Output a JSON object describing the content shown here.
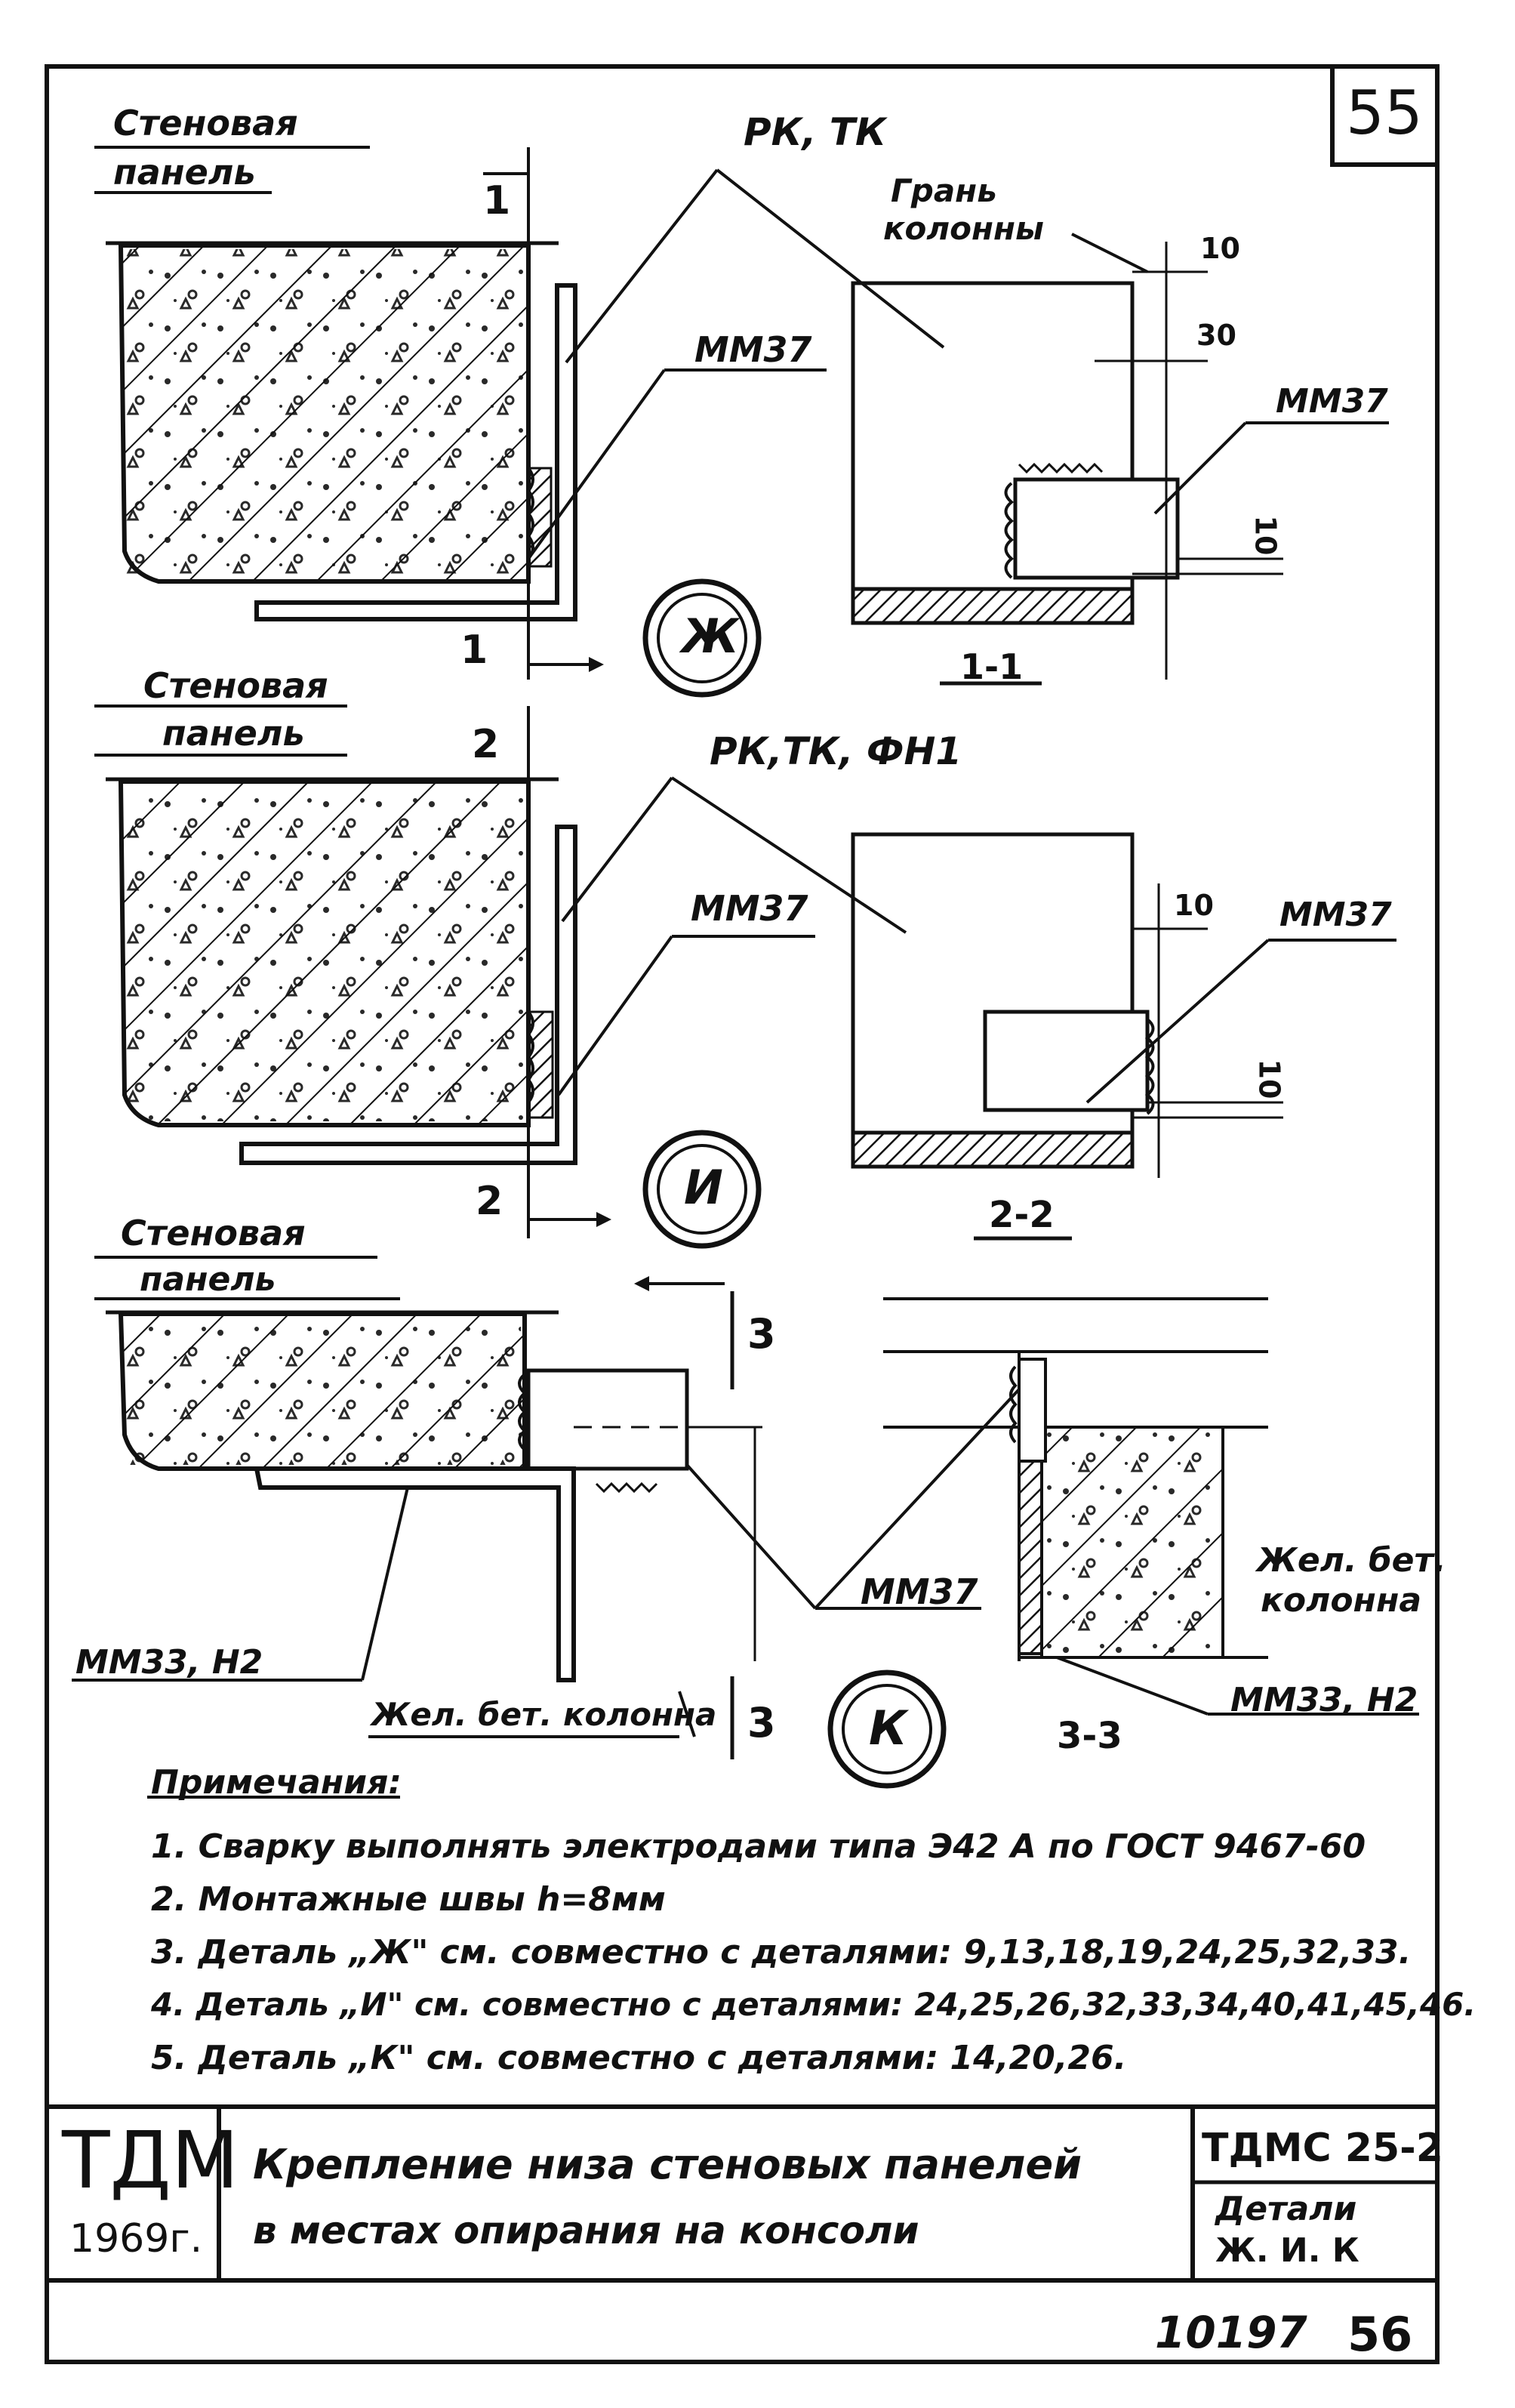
{
  "sheet_number": "55",
  "page_number": "56",
  "archive_number": "10197",
  "detail_zh": {
    "panel_label_1": "Стеновая",
    "panel_label_2": "панель",
    "elements": "РК, ТК",
    "column_face_1": "Грань",
    "column_face_2": "колонны",
    "weld_left": "ММ37",
    "weld_right": "ММ37",
    "dim_10_top": "10",
    "dim_30": "30",
    "dim_10_side": "10",
    "section_mark": "1",
    "section_title": "1-1",
    "callout": "Ж"
  },
  "detail_i": {
    "panel_label_1": "Стеновая",
    "panel_label_2": "панель",
    "elements": "РК,ТК, ФН1",
    "weld_left": "ММ37",
    "weld_right": "ММ37",
    "dim_10_top": "10",
    "dim_10_side": "10",
    "section_mark": "2",
    "section_title": "2-2",
    "callout": "И"
  },
  "detail_k": {
    "panel_label_1": "Стеновая",
    "panel_label_2": "панель",
    "weld_mm37": "ММ37",
    "weld_mm33": "ММ33, Н2",
    "weld_mm33_right": "ММ33, Н2",
    "column_left": "Жел. бет. колонна",
    "column_right_1": "Жел. бет.",
    "column_right_2": "колонна",
    "section_mark": "3",
    "section_title": "3-3",
    "callout": "К"
  },
  "notes": {
    "heading": "Примечания:",
    "items": [
      "1. Сварку выполнять электродами типа Э42 А по ГОСТ 9467-60",
      "2. Монтажные швы h=8мм",
      "3. Деталь „Ж\" см. совместно с деталями: 9,13,18,19,24,25,32,33.",
      "4. Деталь „И\" см. совместно с деталями: 24,25,26,32,33,34,40,41,45,46.",
      "5. Деталь „К\" см. совместно с деталями: 14,20,26."
    ]
  },
  "title_block": {
    "org": "ТДМ",
    "year": "1969г.",
    "title_line1": "Крепление низа стеновых панелей",
    "title_line2": "в местах опирания на консоли",
    "code": "ТДМС 25-2",
    "sheet_label": "Детали",
    "sheet_details": "Ж. И. К"
  }
}
